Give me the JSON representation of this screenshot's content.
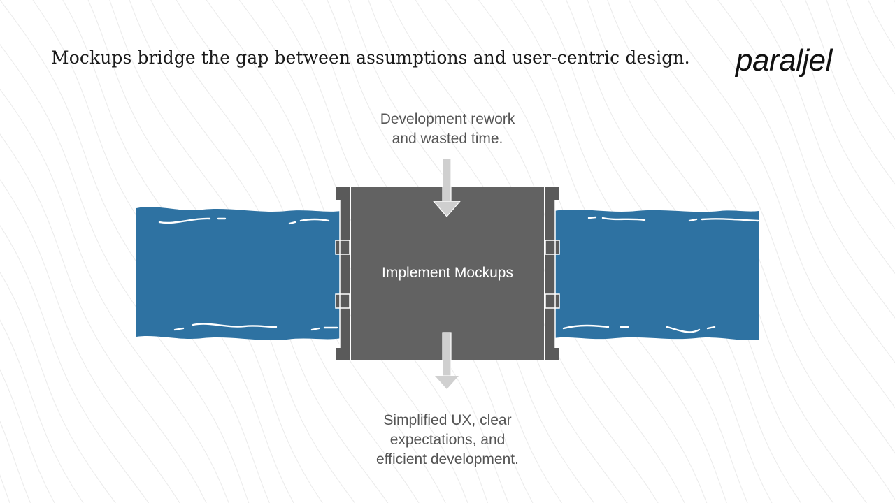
{
  "header": {
    "title": "Mockups bridge the gap between assumptions and user-centric design.",
    "logo_text": "paraljel"
  },
  "diagram": {
    "center_label": "Implement Mockups",
    "top_caption": [
      "Development rework",
      "and wasted time."
    ],
    "bottom_caption": [
      "Simplified UX, clear",
      "expectations, and",
      "efficient development."
    ]
  },
  "colors": {
    "river": "#2e72a2",
    "bridge": "#626262",
    "bridge_post": "#5a5a5a",
    "arrow": "#cfcfcf",
    "caption": "#555555",
    "title": "#1a1a1a"
  }
}
